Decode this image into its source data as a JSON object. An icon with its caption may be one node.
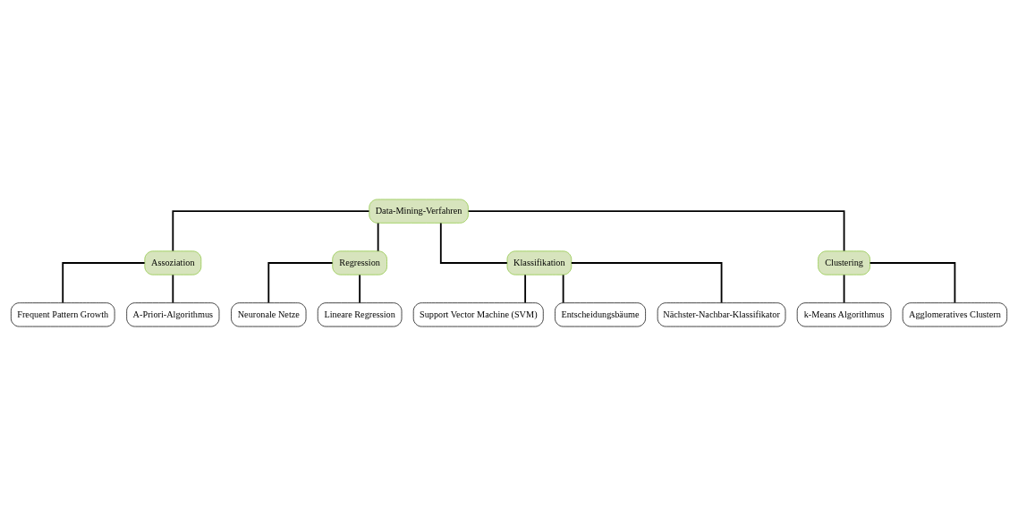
{
  "diagram": {
    "nodes": [
      {
        "text": [
          "Data-Mining-Verfahren"
        ]
      },
      {
        "text": [
          "Assoziation"
        ]
      },
      {
        "text": [
          "Regression"
        ]
      },
      {
        "text": [
          "Klassifikation"
        ]
      },
      {
        "text": [
          "Clustering"
        ]
      },
      {
        "text": [
          "Frequent Pattern Growth"
        ]
      },
      {
        "text": [
          "A-Priori-Algorithmus"
        ]
      },
      {
        "text": [
          "Neuronale Netze"
        ]
      },
      {
        "text": [
          "Lineare Regression"
        ]
      },
      {
        "text": [
          "Support Vector Machine (SVM)"
        ]
      },
      {
        "text": [
          "Entscheidungsbäume"
        ]
      },
      {
        "text": [
          "Nächster-Nachbar-Klassifikator"
        ]
      },
      {
        "text": [
          "k-Means Algorithmus"
        ]
      },
      {
        "text": [
          "Agglomeratives Clustern"
        ]
      }
    ],
    "edges": [
      {
        "from": 0,
        "to": 1,
        "arrow": "none"
      },
      {
        "from": 0,
        "to": 2,
        "arrow": "none"
      },
      {
        "from": 0,
        "to": 3,
        "arrow": "none"
      },
      {
        "from": 0,
        "to": 4,
        "arrow": "none"
      },
      {
        "from": 1,
        "to": 5,
        "arrow": "none"
      },
      {
        "from": 1,
        "to": 6,
        "arrow": "none"
      },
      {
        "from": 2,
        "to": 7,
        "arrow": "none"
      },
      {
        "from": 2,
        "to": 8,
        "arrow": "none"
      },
      {
        "from": 3,
        "to": 9,
        "arrow": "none"
      },
      {
        "from": 3,
        "to": 10,
        "arrow": "none"
      },
      {
        "from": 3,
        "to": 11,
        "arrow": "none"
      },
      {
        "from": 4,
        "to": 12,
        "arrow": "none"
      },
      {
        "from": 4,
        "to": 13,
        "arrow": "none"
      }
    ]
  }
}
